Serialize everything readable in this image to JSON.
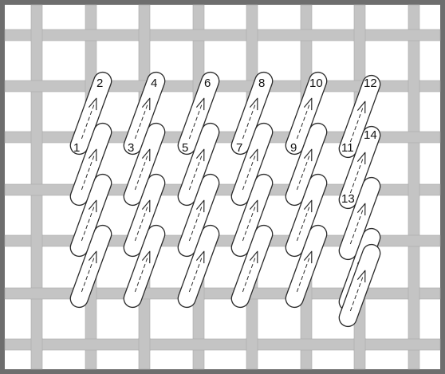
{
  "colors": {
    "frame": "#6e6e6e",
    "background": "#ffffff",
    "thread": "#c4c4c4",
    "thread_edge": "#a8a8a8",
    "stitch_fill": "#ffffff",
    "stitch_outline": "#2a2a2a",
    "arrow": "#2a2a2a"
  },
  "stitch_numbers": [
    "1",
    "2",
    "3",
    "4",
    "5",
    "6",
    "7",
    "8",
    "9",
    "10",
    "11",
    "12",
    "13",
    "14"
  ],
  "columns": 6,
  "stitches_per_column": 4,
  "arrow_direction": "up"
}
